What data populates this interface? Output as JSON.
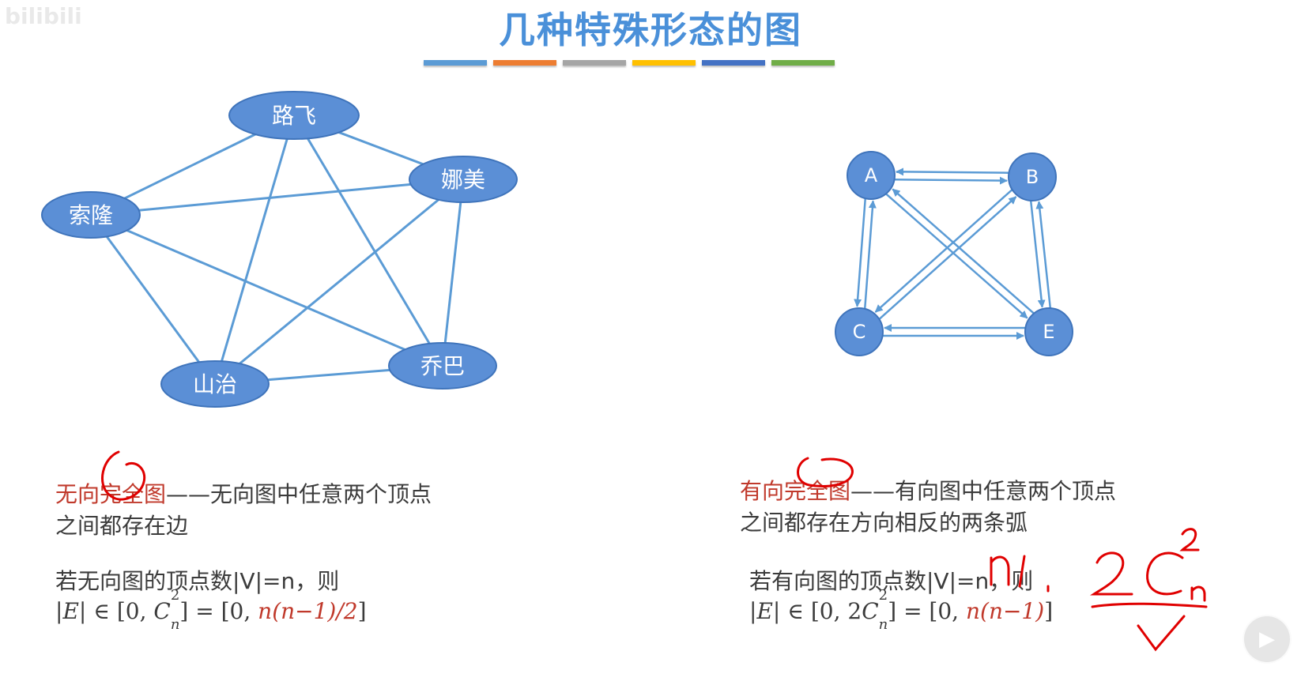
{
  "watermark": "bilibili",
  "title": "几种特殊形态的图",
  "color_bars": [
    "#5b9bd5",
    "#ed7d31",
    "#a5a5a5",
    "#ffc000",
    "#4472c4",
    "#70ad47"
  ],
  "colors": {
    "node_fill": "#5b8fd6",
    "node_stroke": "#3f74bb",
    "edge": "#5b9bd5",
    "red": "#c0392b",
    "ink": "#e00000"
  },
  "undirected": {
    "nodes": [
      {
        "id": "luffy",
        "label": "路飞"
      },
      {
        "id": "nami",
        "label": "娜美"
      },
      {
        "id": "zoro",
        "label": "索隆"
      },
      {
        "id": "sanji",
        "label": "山治"
      },
      {
        "id": "chopper",
        "label": "乔巴"
      }
    ],
    "edges": [
      [
        "luffy",
        "nami"
      ],
      [
        "luffy",
        "zoro"
      ],
      [
        "luffy",
        "sanji"
      ],
      [
        "luffy",
        "chopper"
      ],
      [
        "nami",
        "zoro"
      ],
      [
        "nami",
        "sanji"
      ],
      [
        "nami",
        "chopper"
      ],
      [
        "zoro",
        "sanji"
      ],
      [
        "zoro",
        "chopper"
      ],
      [
        "sanji",
        "chopper"
      ]
    ]
  },
  "directed": {
    "nodes": [
      {
        "id": "A",
        "label": "A"
      },
      {
        "id": "B",
        "label": "B"
      },
      {
        "id": "C",
        "label": "C"
      },
      {
        "id": "E",
        "label": "E"
      }
    ],
    "arcs": [
      [
        "A",
        "B"
      ],
      [
        "B",
        "A"
      ],
      [
        "A",
        "C"
      ],
      [
        "C",
        "A"
      ],
      [
        "A",
        "E"
      ],
      [
        "E",
        "A"
      ],
      [
        "B",
        "C"
      ],
      [
        "C",
        "B"
      ],
      [
        "B",
        "E"
      ],
      [
        "E",
        "B"
      ],
      [
        "C",
        "E"
      ],
      [
        "E",
        "C"
      ]
    ]
  },
  "left_text": {
    "term": "无向完全图",
    "rest_line1": "——无向图中任意两个顶点",
    "line2": "之间都存在边",
    "line3": "若无向图的顶点数|V|=n，则",
    "formula": {
      "prefix": "|",
      "E": "E",
      "mid1": "| ∈ [0, ",
      "C": "C",
      "sup": "2",
      "sub": "n",
      "mid2": "] = [0, ",
      "result": "n(n−1)/2",
      "end": "]"
    }
  },
  "right_text": {
    "term": "有向完全图",
    "rest_line1": "——有向图中任意两个顶点",
    "line2": "之间都存在方向相反的两条弧",
    "line3": "若有向图的顶点数|V|=n，则",
    "formula": {
      "prefix": "|",
      "E": "E",
      "mid1": "| ∈ [0, 2",
      "C": "C",
      "sup": "2",
      "sub": "n",
      "mid2": "] = [0, ",
      "result": "n(n−1)",
      "end": "]"
    }
  },
  "play_icon": "▶"
}
